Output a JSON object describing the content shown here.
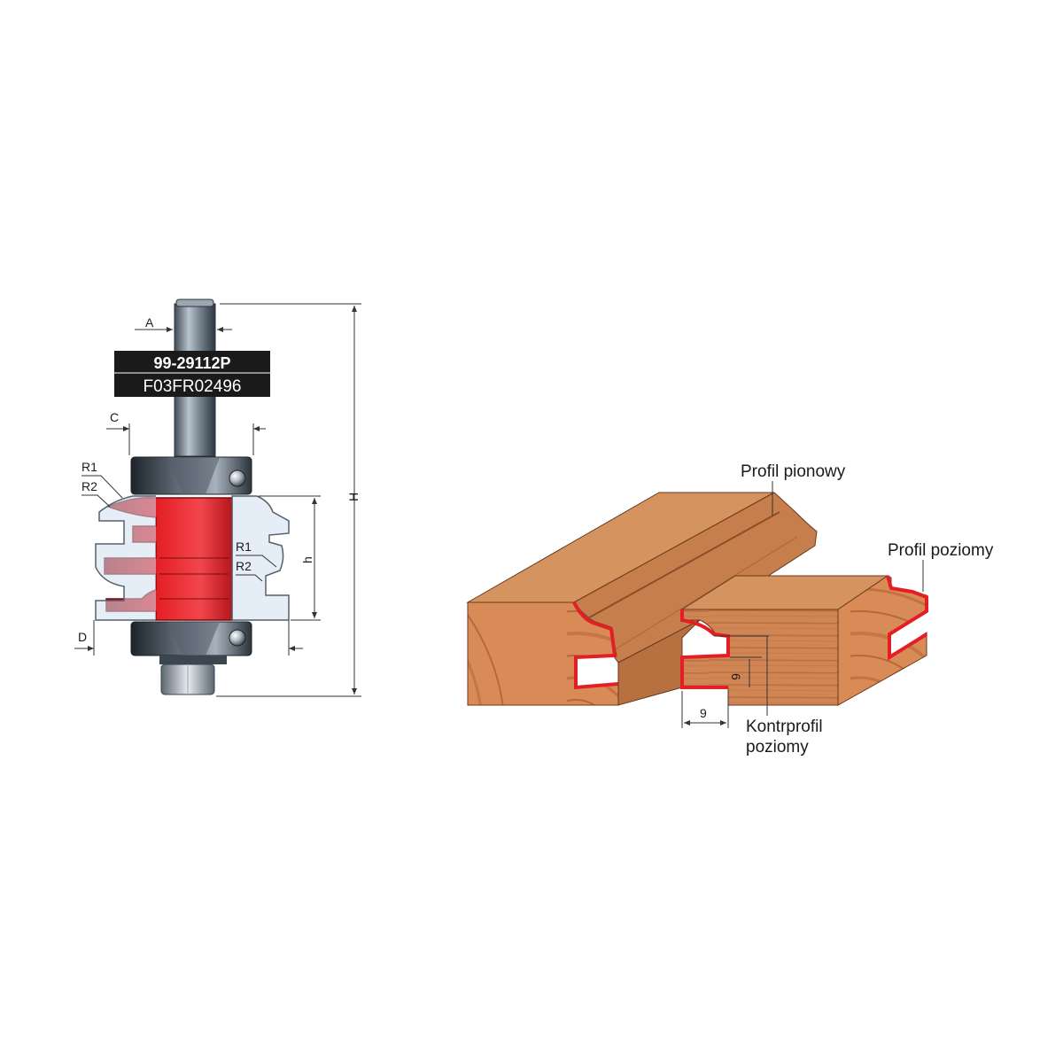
{
  "cutter": {
    "code": "99-29112P",
    "ref": "F03FR02496",
    "dim_a": "A",
    "dim_c": "C",
    "dim_d": "D",
    "dim_h_total": "H",
    "dim_h_cut": "h",
    "r1_left": "R1",
    "r2_left": "R2",
    "r1_right": "R1",
    "r2_right": "R2"
  },
  "joint": {
    "label_vertical": "Profil pionowy",
    "label_horizontal": "Profil poziomy",
    "label_counter_line1": "Kontrprofil",
    "label_counter_line2": "poziomy",
    "dim_9": "9",
    "dim_6": "6"
  },
  "colors": {
    "cutter_red": "#e31e24",
    "steel": "#8a96a3",
    "wood_top": "#d7956b",
    "wood_side": "#c9814f",
    "profile_red": "#e31e24",
    "label_bg": "#1a1a1a"
  }
}
